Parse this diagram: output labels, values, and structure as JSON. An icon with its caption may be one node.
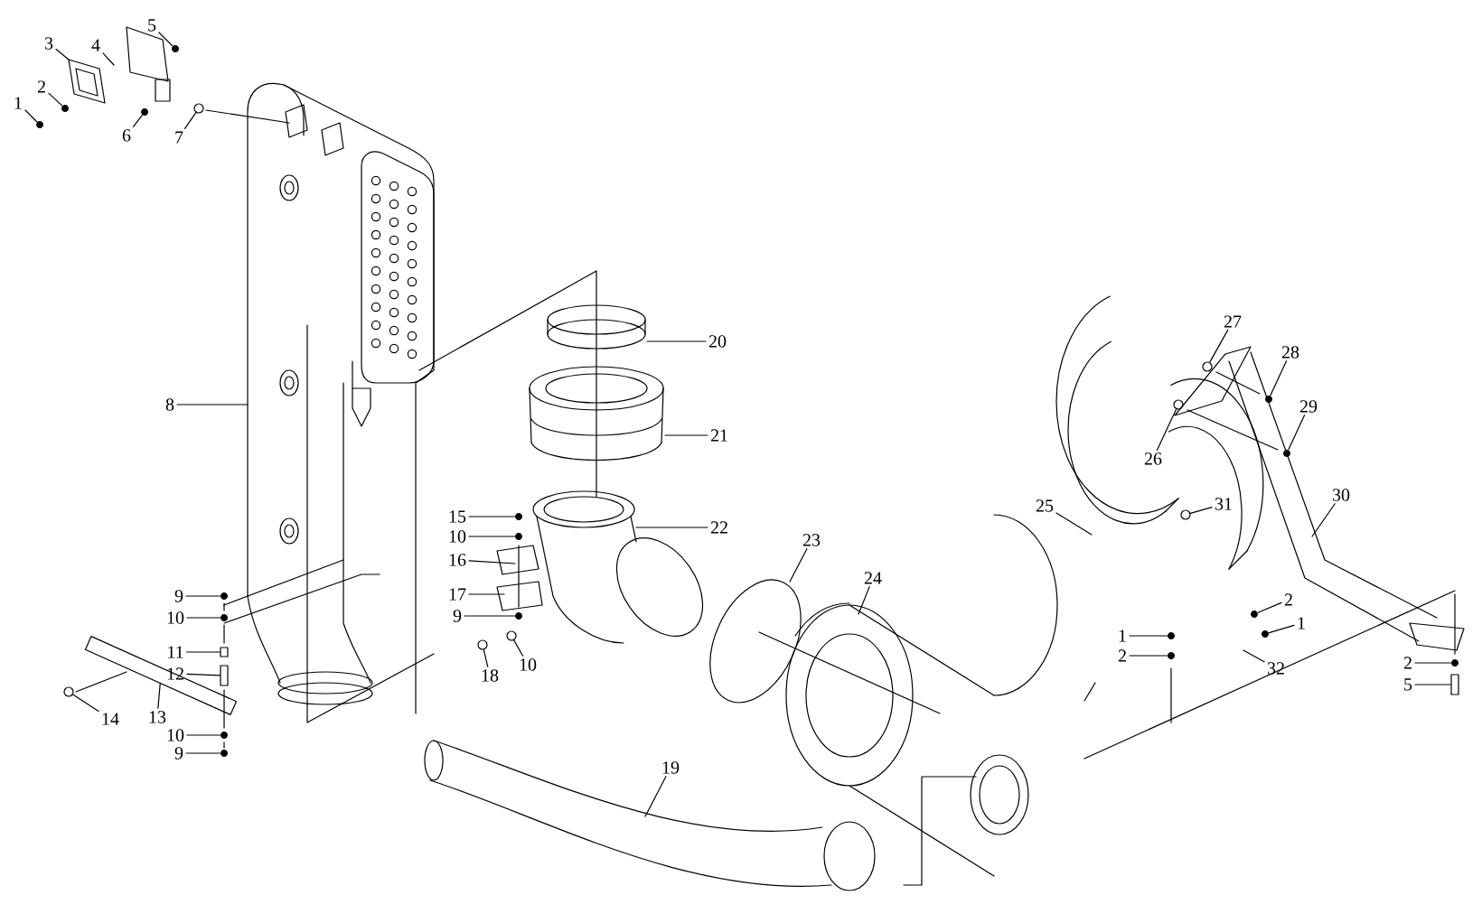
{
  "diagram": {
    "nodes": [
      {
        "text": [
          "1"
        ]
      },
      {
        "text": [
          "2"
        ]
      },
      {
        "text": [
          "3"
        ]
      },
      {
        "text": [
          "4"
        ]
      },
      {
        "text": [
          "5"
        ]
      },
      {
        "text": [
          "6"
        ]
      },
      {
        "text": [
          "7"
        ]
      },
      {
        "text": [
          "8"
        ]
      },
      {
        "text": [
          "9"
        ]
      },
      {
        "text": [
          "10"
        ]
      },
      {
        "text": [
          "11"
        ]
      },
      {
        "text": [
          "12"
        ]
      },
      {
        "text": [
          "14"
        ]
      },
      {
        "text": [
          "13"
        ]
      },
      {
        "text": [
          "10"
        ]
      },
      {
        "text": [
          "9"
        ]
      },
      {
        "text": [
          "20"
        ]
      },
      {
        "text": [
          "21"
        ]
      },
      {
        "text": [
          "15"
        ]
      },
      {
        "text": [
          "22"
        ]
      },
      {
        "text": [
          "10"
        ]
      },
      {
        "text": [
          "16"
        ]
      },
      {
        "text": [
          "17"
        ]
      },
      {
        "text": [
          "9"
        ]
      },
      {
        "text": [
          "10"
        ]
      },
      {
        "text": [
          "18"
        ]
      },
      {
        "text": [
          "23"
        ]
      },
      {
        "text": [
          "24"
        ]
      },
      {
        "text": [
          "19"
        ]
      },
      {
        "text": [
          "27"
        ]
      },
      {
        "text": [
          "28"
        ]
      },
      {
        "text": [
          "29"
        ]
      },
      {
        "text": [
          "26"
        ]
      },
      {
        "text": [
          "30"
        ]
      },
      {
        "text": [
          "31"
        ]
      },
      {
        "text": [
          "25"
        ]
      },
      {
        "text": [
          "2"
        ]
      },
      {
        "text": [
          "1"
        ]
      },
      {
        "text": [
          "1"
        ]
      },
      {
        "text": [
          "2"
        ]
      },
      {
        "text": [
          "32"
        ]
      },
      {
        "text": [
          "2"
        ]
      },
      {
        "text": [
          "5"
        ]
      },
      {
        "text": [],
        "shape": "circle"
      },
      {
        "text": [],
        "shape": "circle"
      },
      {
        "text": [],
        "shape": "circle"
      },
      {
        "text": [],
        "shape": "circle"
      },
      {
        "text": [],
        "shape": "circle"
      },
      {
        "text": [],
        "shape": "circle"
      },
      {
        "text": [],
        "shape": "circle"
      },
      {
        "text": [],
        "shape": "box"
      },
      {
        "text": [],
        "shape": "box"
      },
      {
        "text": [],
        "shape": "circle"
      },
      {
        "text": [],
        "shape": "circle"
      },
      {
        "text": [],
        "shape": "circle"
      },
      {
        "text": [],
        "shape": "circle"
      },
      {
        "text": [],
        "shape": "circle"
      },
      {
        "text": [],
        "shape": "circle"
      },
      {
        "text": [],
        "shape": "circle"
      },
      {
        "text": [],
        "shape": "circle"
      },
      {
        "text": [],
        "shape": "circle"
      },
      {
        "text": [],
        "shape": "circle"
      },
      {
        "text": [],
        "shape": "circle"
      },
      {
        "text": [],
        "shape": "circle"
      },
      {
        "text": [],
        "shape": "circle"
      },
      {
        "text": [],
        "shape": "circle"
      },
      {
        "text": [],
        "shape": "circle"
      },
      {
        "text": [],
        "shape": "circle"
      },
      {
        "text": [],
        "shape": "circle"
      },
      {
        "text": [],
        "shape": "circle"
      },
      {
        "text": [],
        "shape": "box"
      },
      {
        "text": [],
        "shape": "bar"
      }
    ],
    "edges": [
      {
        "from": 0,
        "to": 43,
        "arrow": "none"
      },
      {
        "from": 1,
        "to": 44,
        "arrow": "none"
      },
      {
        "from": 2,
        "to": null,
        "arrow": "none"
      },
      {
        "from": 3,
        "to": null,
        "arrow": "none"
      },
      {
        "from": 4,
        "to": 45,
        "arrow": "none"
      },
      {
        "from": 5,
        "to": 46,
        "arrow": "none"
      },
      {
        "from": 6,
        "to": 47,
        "arrow": "none"
      },
      {
        "from": 7,
        "to": null,
        "arrow": "none"
      },
      {
        "from": 8,
        "to": 48,
        "arrow": "none"
      },
      {
        "from": 9,
        "to": 49,
        "arrow": "none"
      },
      {
        "from": 10,
        "to": 50,
        "arrow": "none"
      },
      {
        "from": 11,
        "to": 51,
        "arrow": "none"
      },
      {
        "from": 12,
        "to": 52,
        "arrow": "none"
      },
      {
        "from": 13,
        "to": 71,
        "arrow": "none"
      },
      {
        "from": 14,
        "to": 53,
        "arrow": "none"
      },
      {
        "from": 15,
        "to": 54,
        "arrow": "none"
      },
      {
        "from": 16,
        "to": null,
        "arrow": "none"
      },
      {
        "from": 17,
        "to": null,
        "arrow": "none"
      },
      {
        "from": 18,
        "to": 55,
        "arrow": "none"
      },
      {
        "from": 19,
        "to": null,
        "arrow": "none"
      },
      {
        "from": 20,
        "to": 56,
        "arrow": "none"
      },
      {
        "from": 21,
        "to": null,
        "arrow": "none"
      },
      {
        "from": 22,
        "to": null,
        "arrow": "none"
      },
      {
        "from": 23,
        "to": 57,
        "arrow": "none"
      },
      {
        "from": 24,
        "to": 58,
        "arrow": "none"
      },
      {
        "from": 25,
        "to": 59,
        "arrow": "none"
      },
      {
        "from": 26,
        "to": null,
        "arrow": "none"
      },
      {
        "from": 27,
        "to": null,
        "arrow": "none"
      },
      {
        "from": 28,
        "to": null,
        "arrow": "none"
      },
      {
        "from": 29,
        "to": 60,
        "arrow": "none"
      },
      {
        "from": 30,
        "to": 61,
        "arrow": "none"
      },
      {
        "from": 31,
        "to": 62,
        "arrow": "none"
      },
      {
        "from": 32,
        "to": 63,
        "arrow": "none"
      },
      {
        "from": 33,
        "to": null,
        "arrow": "none"
      },
      {
        "from": 34,
        "to": 64,
        "arrow": "none"
      },
      {
        "from": 35,
        "to": null,
        "arrow": "none"
      },
      {
        "from": 36,
        "to": 65,
        "arrow": "none"
      },
      {
        "from": 37,
        "to": 66,
        "arrow": "none"
      },
      {
        "from": 38,
        "to": 67,
        "arrow": "none"
      },
      {
        "from": 39,
        "to": 68,
        "arrow": "none"
      },
      {
        "from": 40,
        "to": null,
        "arrow": "none"
      },
      {
        "from": 41,
        "to": 69,
        "arrow": "none"
      },
      {
        "from": 42,
        "to": 70,
        "arrow": "none"
      }
    ]
  }
}
